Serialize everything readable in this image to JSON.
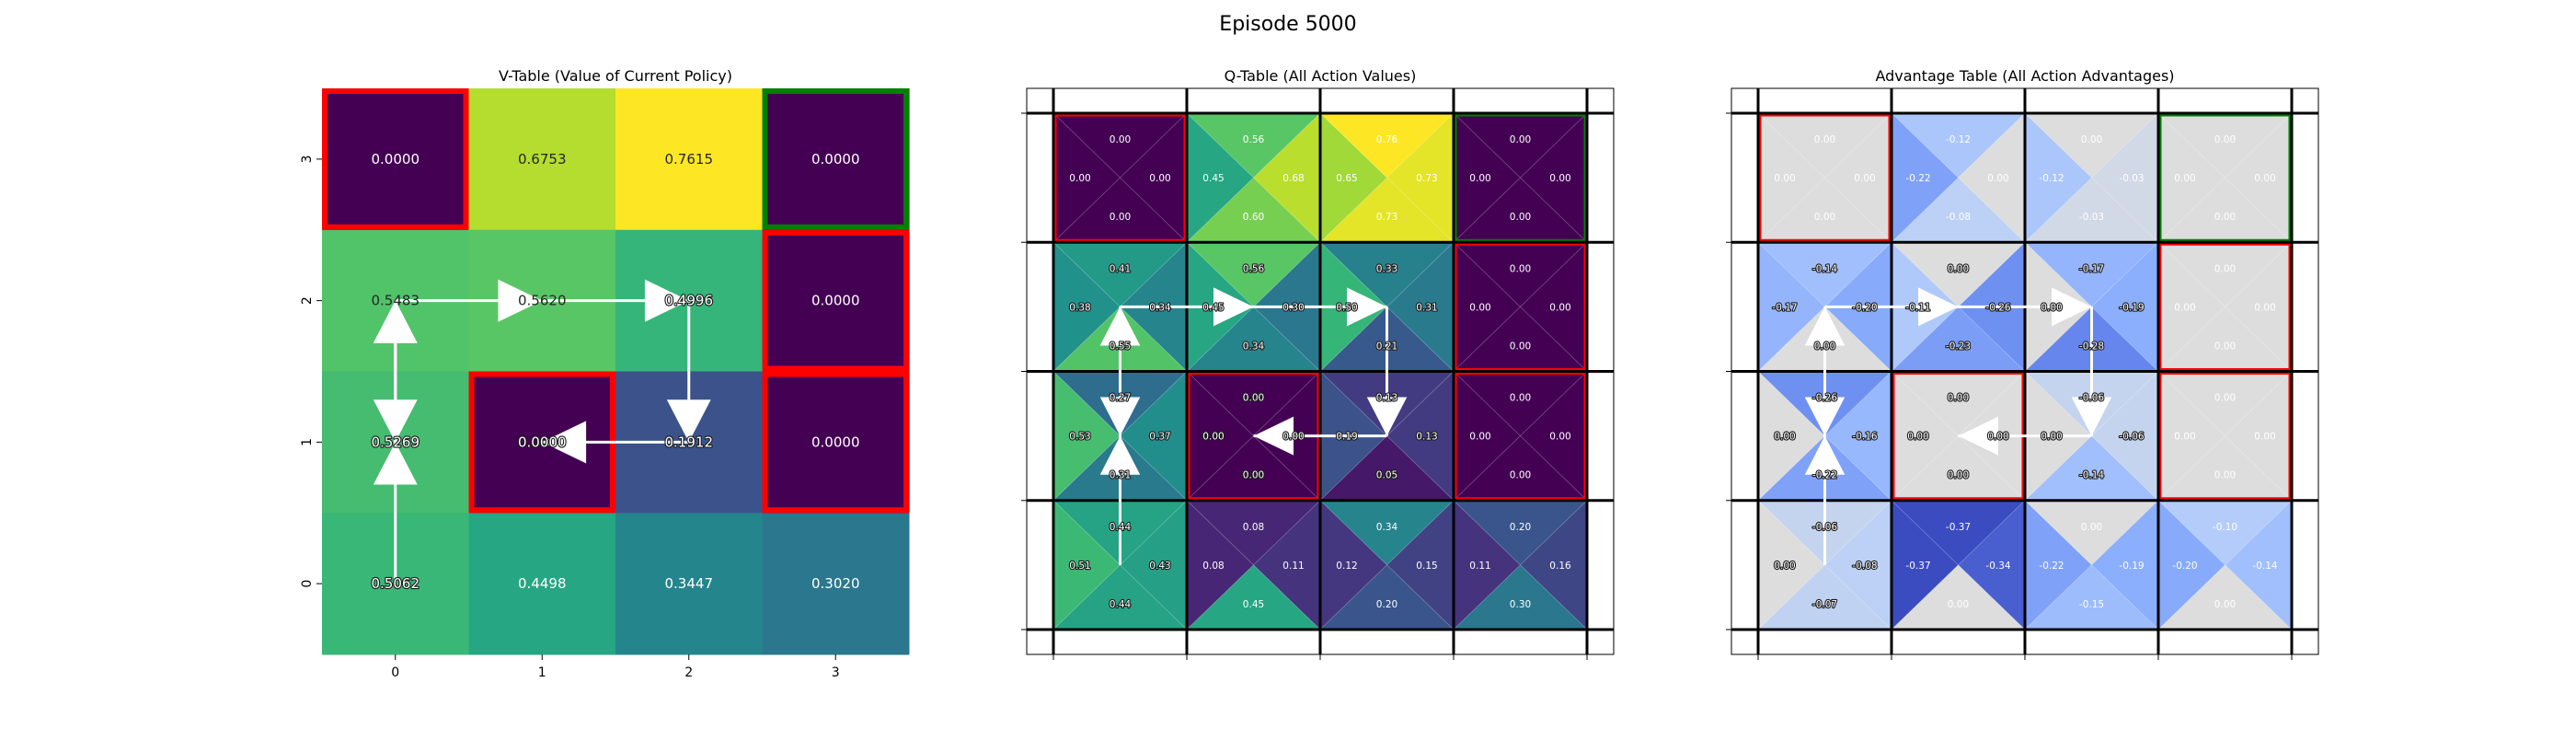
{
  "figure_title": "Episode 5000",
  "colors": {
    "hole_border": "#ff0000",
    "goal_border": "#008000",
    "grid": "#000000",
    "arrow": "#ffffff",
    "adv_zero": "#dddddd",
    "adv_min": "#3b4cc0"
  },
  "chart_data": [
    {
      "type": "heatmap",
      "title": "V-Table (Value of Current Policy)",
      "colormap": "viridis",
      "vlim": [
        0,
        0.7615
      ],
      "x_ticks": [
        "0",
        "1",
        "2",
        "3"
      ],
      "y_ticks": [
        "3",
        "2",
        "1",
        "0"
      ],
      "rows_top_to_bottom": [
        [
          "0.0000",
          "0.6753",
          "0.7615",
          "0.0000"
        ],
        [
          "0.5483",
          "0.5620",
          "0.4996",
          "0.0000"
        ],
        [
          "0.5269",
          "0.0000",
          "0.1912",
          "0.0000"
        ],
        [
          "0.5062",
          "0.4498",
          "0.3447",
          "0.3020"
        ]
      ]
    },
    {
      "type": "heatmap",
      "title": "Q-Table (All Action Values)",
      "colormap": "viridis",
      "vlim": [
        0,
        0.76
      ],
      "cell_order": [
        "up",
        "left",
        "right",
        "down"
      ],
      "rows_top_to_bottom": [
        [
          [
            0.0,
            0.0,
            0.0,
            0.0
          ],
          [
            0.56,
            0.45,
            0.68,
            0.6
          ],
          [
            0.76,
            0.65,
            0.73,
            0.73
          ],
          [
            0.0,
            0.0,
            0.0,
            0.0
          ]
        ],
        [
          [
            0.41,
            0.38,
            0.34,
            0.55
          ],
          [
            0.56,
            0.45,
            0.3,
            0.34
          ],
          [
            0.33,
            0.5,
            0.31,
            0.21
          ],
          [
            0.0,
            0.0,
            0.0,
            0.0
          ]
        ],
        [
          [
            0.27,
            0.53,
            0.37,
            0.31
          ],
          [
            0.0,
            0.0,
            0.0,
            0.0
          ],
          [
            0.13,
            0.19,
            0.13,
            0.05
          ],
          [
            0.0,
            0.0,
            0.0,
            0.0
          ]
        ],
        [
          [
            0.44,
            0.51,
            0.43,
            0.44
          ],
          [
            0.08,
            0.08,
            0.11,
            0.45
          ],
          [
            0.34,
            0.12,
            0.15,
            0.2
          ],
          [
            0.2,
            0.11,
            0.16,
            0.3
          ]
        ]
      ]
    },
    {
      "type": "heatmap",
      "title": "Advantage Table (All Action Advantages)",
      "colormap": "coolwarm",
      "vlim": [
        -0.37,
        0.37
      ],
      "cell_order": [
        "up",
        "left",
        "right",
        "down"
      ],
      "rows_top_to_bottom": [
        [
          [
            0.0,
            0.0,
            0.0,
            0.0
          ],
          [
            -0.12,
            -0.22,
            0.0,
            -0.08
          ],
          [
            0.0,
            -0.12,
            -0.03,
            -0.03
          ],
          [
            0.0,
            0.0,
            0.0,
            0.0
          ]
        ],
        [
          [
            -0.14,
            -0.17,
            -0.2,
            0.0
          ],
          [
            0.0,
            -0.11,
            -0.26,
            -0.23
          ],
          [
            -0.17,
            0.0,
            -0.19,
            -0.28
          ],
          [
            0.0,
            0.0,
            0.0,
            0.0
          ]
        ],
        [
          [
            -0.26,
            0.0,
            -0.16,
            -0.22
          ],
          [
            0.0,
            0.0,
            0.0,
            0.0
          ],
          [
            -0.06,
            0.0,
            -0.06,
            -0.14
          ],
          [
            0.0,
            0.0,
            0.0,
            0.0
          ]
        ],
        [
          [
            -0.06,
            0.0,
            -0.08,
            -0.07
          ],
          [
            -0.37,
            -0.37,
            -0.34,
            0.0
          ],
          [
            0.0,
            -0.22,
            -0.19,
            -0.15
          ],
          [
            -0.1,
            -0.2,
            -0.14,
            0.0
          ]
        ]
      ]
    }
  ],
  "holes": [
    [
      0,
      3
    ],
    [
      3,
      2
    ],
    [
      1,
      1
    ],
    [
      3,
      1
    ]
  ],
  "goal": [
    3,
    3
  ],
  "path": [
    [
      0,
      0
    ],
    [
      0,
      1
    ],
    [
      0,
      2
    ],
    [
      0,
      1
    ],
    [
      0,
      2
    ],
    [
      1,
      2
    ],
    [
      2,
      2
    ],
    [
      2,
      1
    ],
    [
      1,
      1
    ]
  ]
}
